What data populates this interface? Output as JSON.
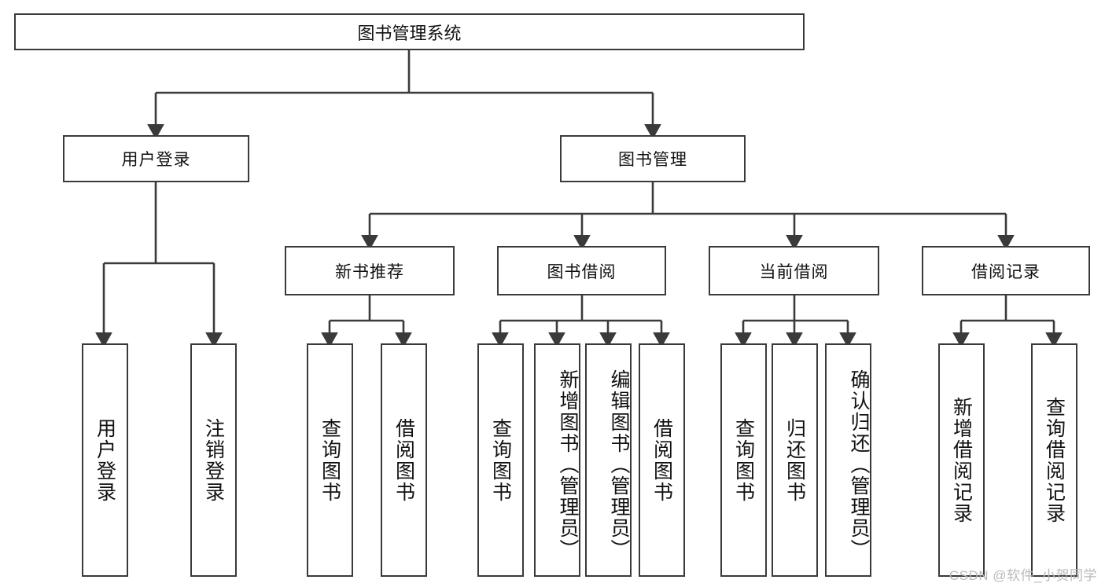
{
  "diagram": {
    "type": "tree-hierarchy",
    "title": "图书管理系统",
    "watermark": "CSDN @软件_小贺同学",
    "colors": {
      "box_border": "#3a3a3a",
      "box_fill": "#ffffff",
      "connector": "#3a3a3a",
      "text": "#111111",
      "watermark": "#b9b9b9",
      "background": "#ffffff"
    },
    "nodes": {
      "root": {
        "label": "图书管理系统",
        "level": 0
      },
      "l1": [
        {
          "id": "user-login",
          "label": "用户登录",
          "level": 1
        },
        {
          "id": "book-mgmt",
          "label": "图书管理",
          "level": 1
        }
      ],
      "l2": [
        {
          "id": "new-book-rec",
          "label": "新书推荐",
          "level": 2,
          "parent": "book-mgmt"
        },
        {
          "id": "book-borrow",
          "label": "图书借阅",
          "level": 2,
          "parent": "book-mgmt"
        },
        {
          "id": "current-borrow",
          "label": "当前借阅",
          "level": 2,
          "parent": "book-mgmt"
        },
        {
          "id": "borrow-record",
          "label": "借阅记录",
          "level": 2,
          "parent": "book-mgmt"
        }
      ],
      "leaves": [
        {
          "id": "leaf-user-login",
          "label": "用户登录",
          "parent": "user-login"
        },
        {
          "id": "leaf-user-logout",
          "label": "注销登录",
          "parent": "user-login"
        },
        {
          "id": "leaf-query-book-1",
          "label": "查询图书",
          "parent": "new-book-rec"
        },
        {
          "id": "leaf-borrow-book-1",
          "label": "借阅图书",
          "parent": "new-book-rec"
        },
        {
          "id": "leaf-query-book-2",
          "label": "查询图书",
          "parent": "book-borrow"
        },
        {
          "id": "leaf-add-book",
          "label": "新增图书（管理员）",
          "parent": "book-borrow"
        },
        {
          "id": "leaf-edit-book",
          "label": "编辑图书（管理员）",
          "parent": "book-borrow"
        },
        {
          "id": "leaf-borrow-book-2",
          "label": "借阅图书",
          "parent": "book-borrow"
        },
        {
          "id": "leaf-query-book-3",
          "label": "查询图书",
          "parent": "current-borrow"
        },
        {
          "id": "leaf-return-book",
          "label": "归还图书",
          "parent": "current-borrow"
        },
        {
          "id": "leaf-confirm-return",
          "label": "确认归还（管理员）",
          "parent": "current-borrow"
        },
        {
          "id": "leaf-add-record",
          "label": "新增借阅记录",
          "parent": "borrow-record"
        },
        {
          "id": "leaf-query-record",
          "label": "查询借阅记录",
          "parent": "borrow-record"
        }
      ]
    }
  }
}
